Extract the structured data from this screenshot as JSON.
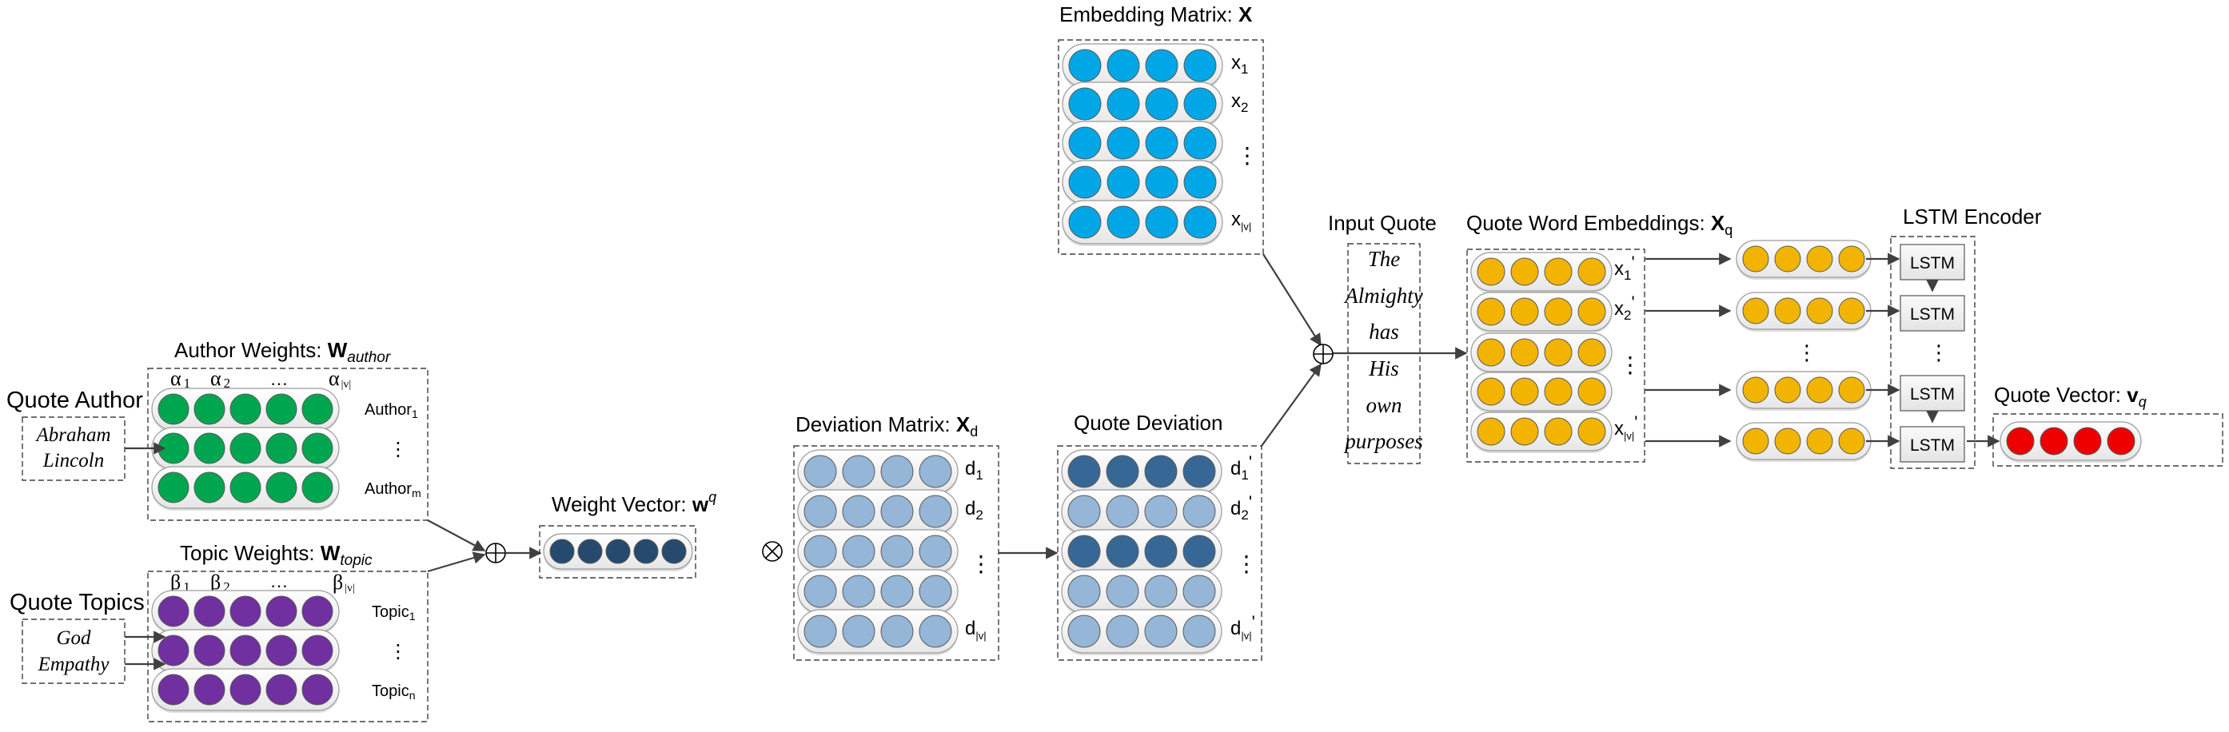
{
  "colors": {
    "author": "#00a64f",
    "topic": "#7030a0",
    "weight": "#264a6e",
    "deviation_light": "#95b6d6",
    "deviation_dark": "#376895",
    "embedding": "#00a6e6",
    "word_embedding": "#f2b400",
    "quote_vector": "#ee0000"
  },
  "quote_author": {
    "title": "Quote Author",
    "lines": [
      "Abraham",
      "Lincoln"
    ]
  },
  "quote_topics": {
    "title": "Quote Topics",
    "lines": [
      "God",
      "Empathy"
    ]
  },
  "author_weights": {
    "title": "Author Weights: ",
    "symbol": "W",
    "subscript": "author",
    "column_labels": [
      {
        "base": "α",
        "sub": "1"
      },
      {
        "base": "α",
        "sub": "2"
      },
      {
        "base": "…",
        "sub": ""
      },
      {
        "base": "α",
        "sub": "|v|"
      }
    ],
    "row_labels": [
      {
        "base": "Author",
        "sub": "1"
      },
      {
        "base": "⋮",
        "sub": ""
      },
      {
        "base": "Author",
        "sub": "m"
      }
    ]
  },
  "topic_weights": {
    "title": "Topic Weights: ",
    "symbol": "W",
    "subscript": "topic",
    "column_labels": [
      {
        "base": "β",
        "sub": "1"
      },
      {
        "base": "β",
        "sub": "2"
      },
      {
        "base": "…",
        "sub": ""
      },
      {
        "base": "β",
        "sub": "|v|"
      }
    ],
    "row_labels": [
      {
        "base": "Topic",
        "sub": "1"
      },
      {
        "base": "⋮",
        "sub": ""
      },
      {
        "base": "Topic",
        "sub": "n"
      }
    ]
  },
  "operators": {
    "add": "⊕",
    "multiply": "⊗"
  },
  "weight_vector": {
    "title": "Weight Vector: ",
    "symbol": "w",
    "superscript": "q"
  },
  "deviation_matrix": {
    "title": "Deviation Matrix: ",
    "symbol": "X",
    "subscript": "d",
    "row_labels": [
      {
        "base": "d",
        "sub": "1",
        "prime": ""
      },
      {
        "base": "d",
        "sub": "2",
        "prime": ""
      },
      {
        "base": "⋮",
        "sub": "",
        "prime": ""
      },
      {
        "base": "",
        "sub": "",
        "prime": ""
      },
      {
        "base": "d",
        "sub": "|v|",
        "prime": ""
      }
    ]
  },
  "quote_deviation": {
    "title": "Quote Deviation",
    "row_shades": [
      "dark",
      "light",
      "dark",
      "light",
      "light"
    ],
    "row_labels": [
      {
        "base": "d",
        "sub": "1",
        "prime": "'"
      },
      {
        "base": "d",
        "sub": "2",
        "prime": "'"
      },
      {
        "base": "⋮",
        "sub": "",
        "prime": ""
      },
      {
        "base": "",
        "sub": "",
        "prime": ""
      },
      {
        "base": "d",
        "sub": "|v|",
        "prime": "'"
      }
    ]
  },
  "embedding_matrix": {
    "title": "Embedding Matrix: ",
    "symbol": "X",
    "row_labels": [
      {
        "base": "x",
        "sub": "1",
        "prime": ""
      },
      {
        "base": "x",
        "sub": "2",
        "prime": ""
      },
      {
        "base": "⋮",
        "sub": "",
        "prime": ""
      },
      {
        "base": "",
        "sub": "",
        "prime": ""
      },
      {
        "base": "x",
        "sub": "|v|",
        "prime": ""
      }
    ]
  },
  "input_quote": {
    "title": "Input Quote",
    "words": [
      "The",
      "Almighty",
      "has",
      "His",
      "own",
      "purposes"
    ]
  },
  "quote_word_embeddings": {
    "title": "Quote Word Embeddings: ",
    "symbol": "X",
    "subscript": "q",
    "row_labels": [
      {
        "base": "x",
        "sub": "1",
        "prime": "'"
      },
      {
        "base": "x",
        "sub": "2",
        "prime": "'"
      },
      {
        "base": "⋮",
        "sub": "",
        "prime": ""
      },
      {
        "base": "",
        "sub": "",
        "prime": ""
      },
      {
        "base": "x",
        "sub": "|v|",
        "prime": "'"
      }
    ]
  },
  "lstm_encoder": {
    "title": "LSTM Encoder",
    "cells": [
      "LSTM",
      "LSTM",
      "⋮",
      "LSTM",
      "LSTM"
    ],
    "vector_ellipsis": "⋮"
  },
  "quote_vector": {
    "title": "Quote Vector: ",
    "symbol": "v",
    "subscript": "q"
  }
}
